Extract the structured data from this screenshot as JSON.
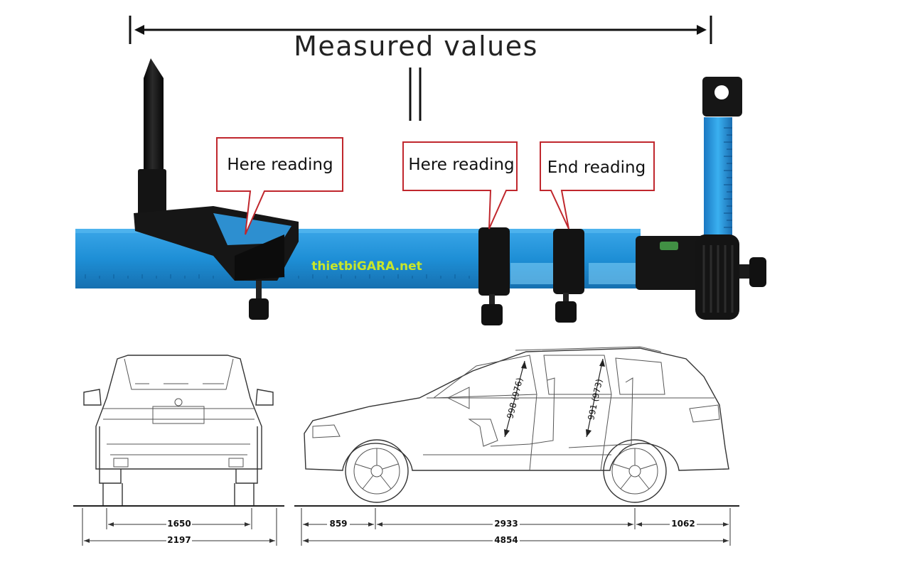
{
  "title": "Measured values",
  "callouts": [
    {
      "text": "Here reading"
    },
    {
      "text": "Here reading"
    },
    {
      "text": "End reading"
    }
  ],
  "watermark": {
    "text": "thietbiGARA.net",
    "color": "#c8e62a"
  },
  "colors": {
    "bar": "#1e8fd6",
    "callout_border": "#c0272d",
    "clamp": "#151515"
  },
  "front_view": {
    "dimensions": {
      "track": "1650",
      "width": "2197"
    }
  },
  "side_view": {
    "dimensions": {
      "front_overhang": "859",
      "wheelbase": "2933",
      "rear_overhang": "1062",
      "length": "4854"
    },
    "seat_heights": {
      "front": "998 (976)",
      "rear": "991 (973)"
    }
  }
}
